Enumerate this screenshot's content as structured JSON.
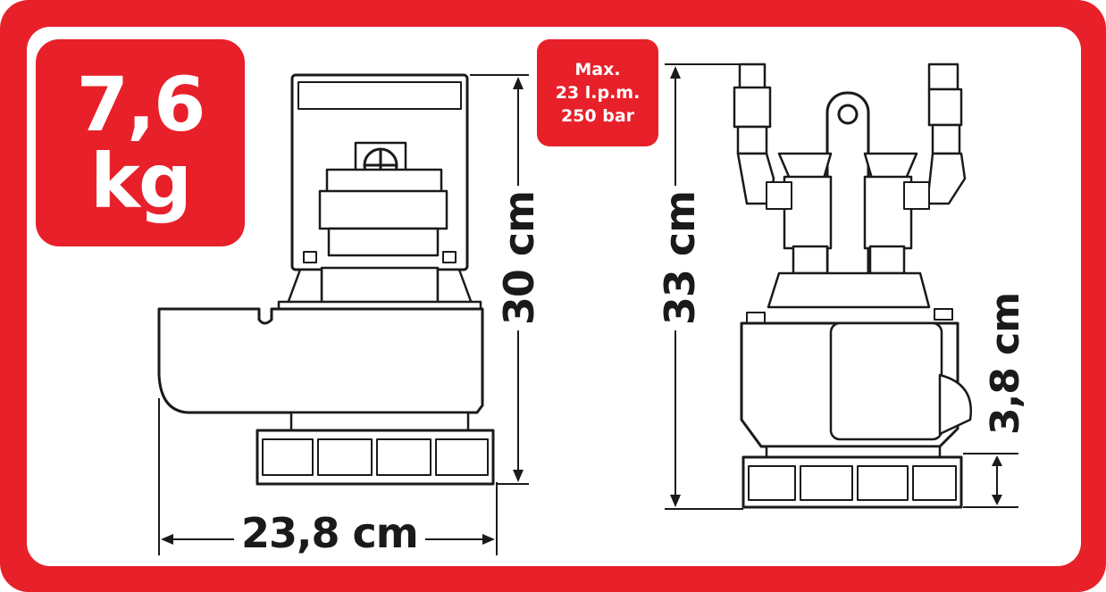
{
  "weight": {
    "value": "7,6",
    "unit": "kg"
  },
  "specs": {
    "line1": "Max.",
    "line2": "23 l.p.m.",
    "line3": "250 bar"
  },
  "dimensions": {
    "width": "23,8 cm",
    "height_side": "30 cm",
    "height_front": "33 cm",
    "base_height": "3,8 cm"
  },
  "colors": {
    "accent": "#e8202a",
    "ink": "#1a1a1a",
    "background": "#ffffff"
  }
}
